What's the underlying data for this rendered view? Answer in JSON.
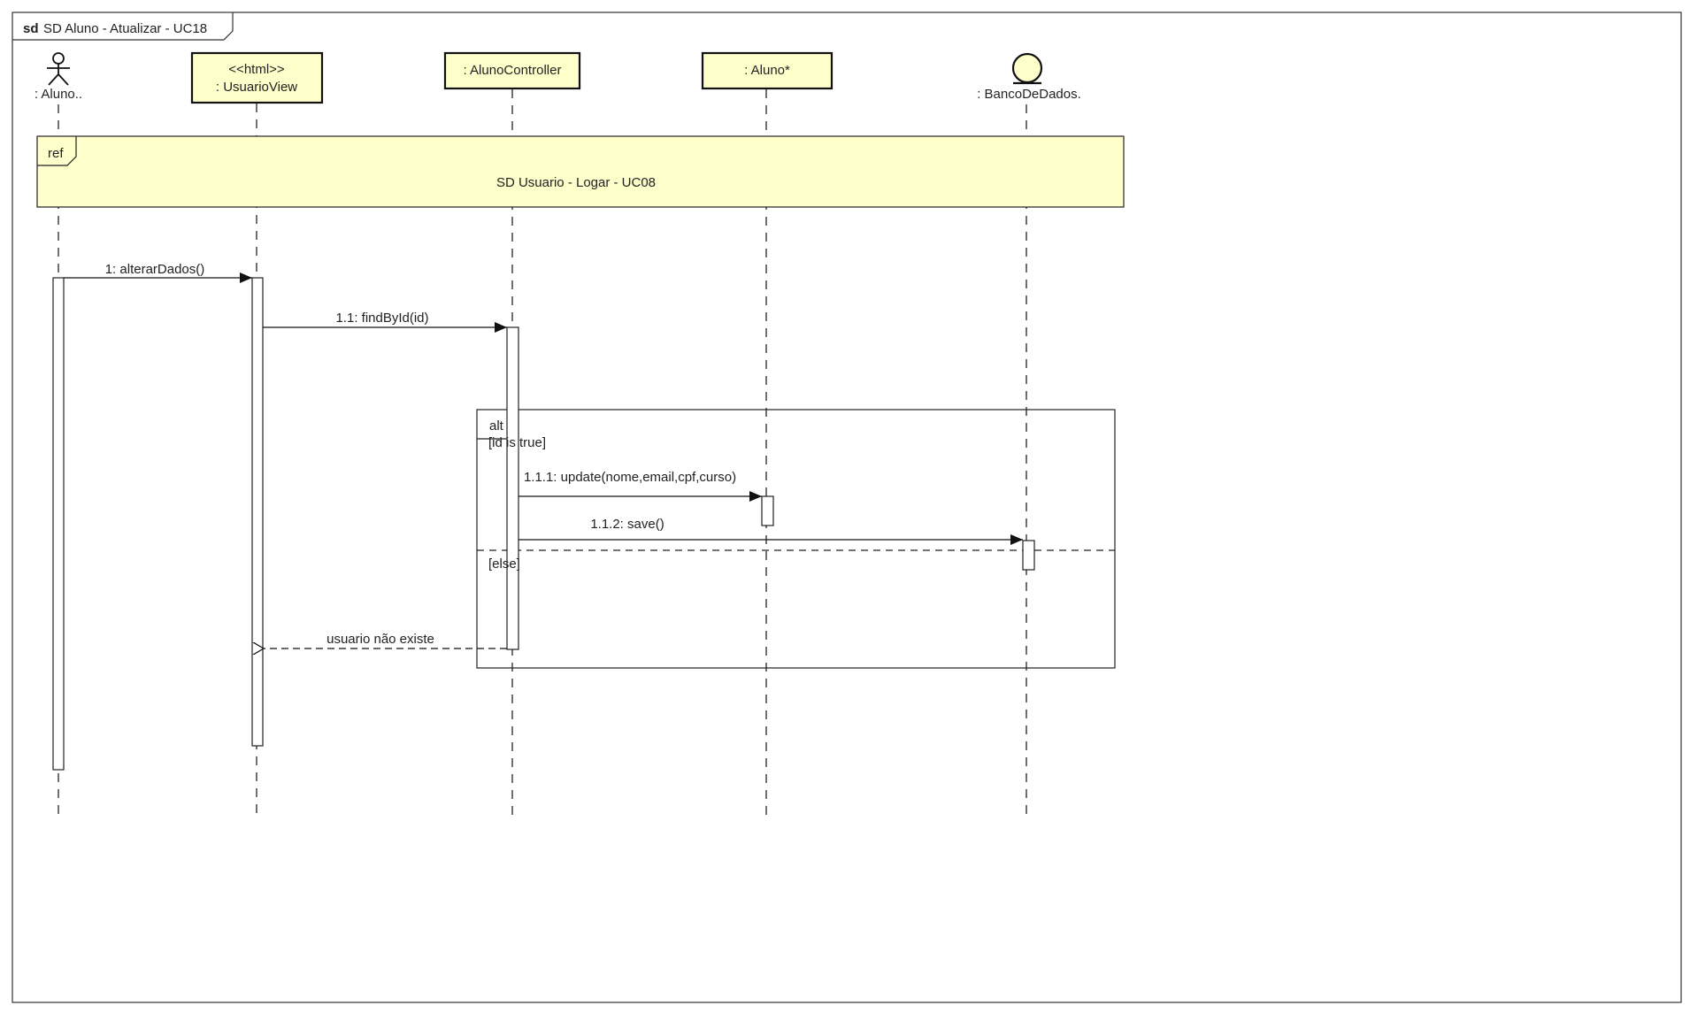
{
  "frame": {
    "keyword": "sd",
    "title": "SD Aluno - Atualizar - UC18"
  },
  "participants": [
    {
      "id": "aluno",
      "kind": "actor",
      "label": ": Aluno..",
      "stereotype": ""
    },
    {
      "id": "view",
      "kind": "box",
      "label": ": UsuarioView",
      "stereotype": "<<html>>"
    },
    {
      "id": "controller",
      "kind": "box",
      "label": ": AlunoController",
      "stereotype": ""
    },
    {
      "id": "model",
      "kind": "box",
      "label": ": Aluno*",
      "stereotype": ""
    },
    {
      "id": "db",
      "kind": "entity",
      "label": ": BancoDeDados.",
      "stereotype": ""
    }
  ],
  "ref": {
    "tag": "ref",
    "text": "SD Usuario - Logar - UC08"
  },
  "alt": {
    "tag": "alt",
    "guard1": "[id is true]",
    "guard2": "[else]"
  },
  "messages": [
    {
      "id": "m1",
      "label": "1: alterarDados()",
      "kind": "sync"
    },
    {
      "id": "m2",
      "label": "1.1: findById(id)",
      "kind": "sync"
    },
    {
      "id": "m3",
      "label": "1.1.1: update(nome,email,cpf,curso)",
      "kind": "sync"
    },
    {
      "id": "m4",
      "label": "1.1.2: save()",
      "kind": "sync"
    },
    {
      "id": "m5",
      "label": "usuario não existe",
      "kind": "reply"
    }
  ],
  "colors": {
    "participant_fill": "#FFFFCC",
    "line": "#222222",
    "background": "#FFFFFF"
  }
}
